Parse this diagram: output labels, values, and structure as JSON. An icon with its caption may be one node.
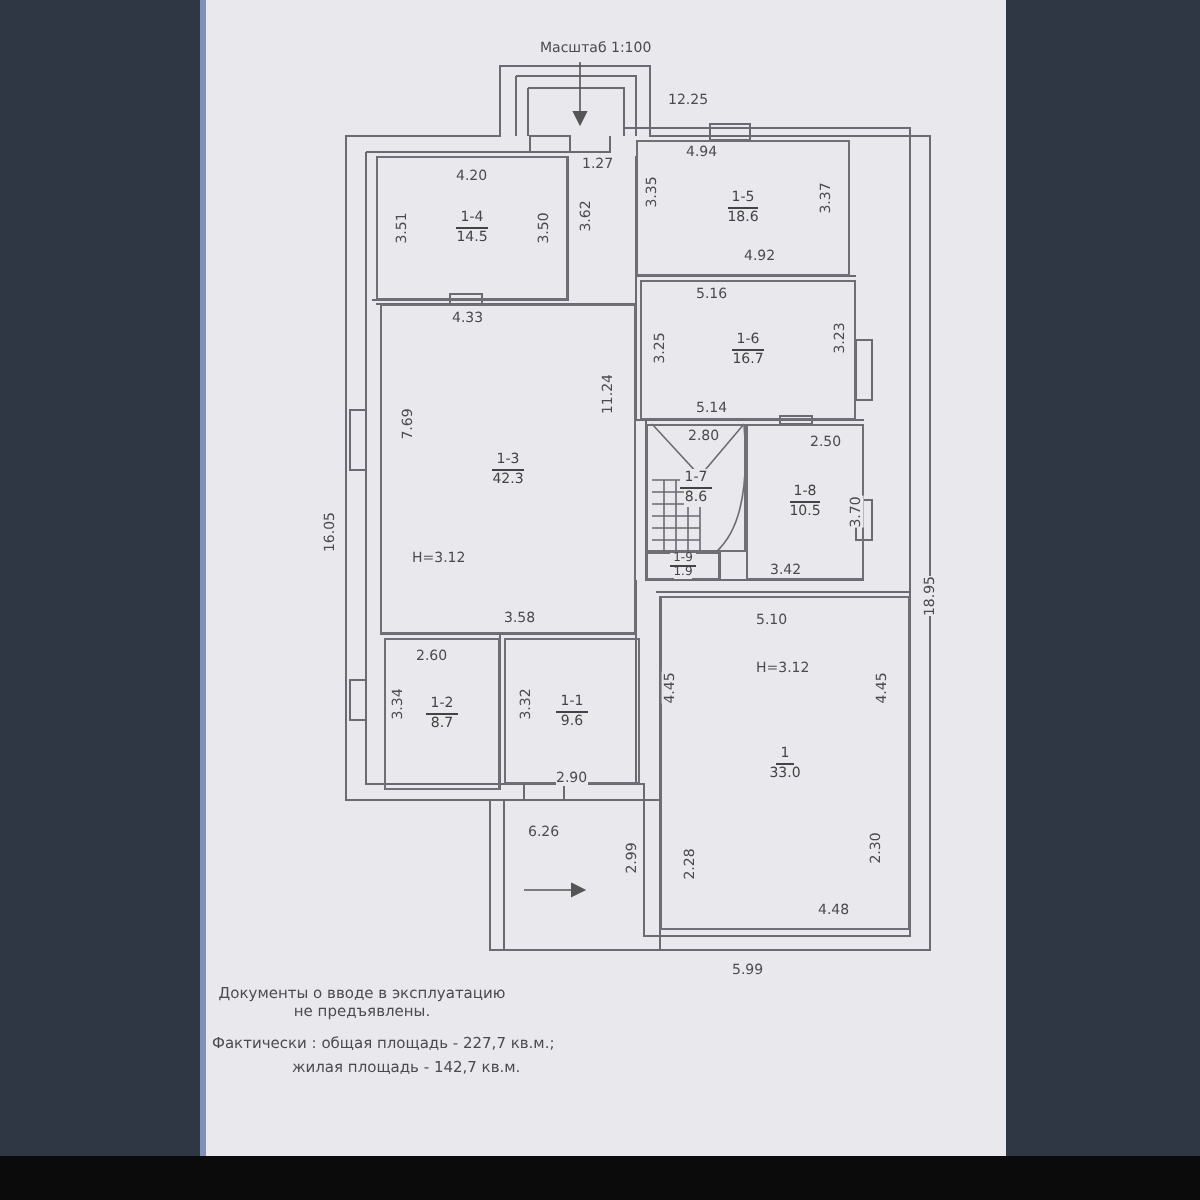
{
  "diagram": {
    "nodes": [
      {
        "text": [
          "1-4",
          "14.5"
        ]
      },
      {
        "text": [
          "1-5",
          "18.6"
        ]
      },
      {
        "text": [
          "1-6",
          "16.7"
        ]
      },
      {
        "text": [
          "1-3",
          "42.3"
        ]
      },
      {
        "text": [
          "1-7",
          "8.6"
        ]
      },
      {
        "text": [
          "1-8",
          "10.5"
        ]
      },
      {
        "text": [
          "1-9",
          "1.9"
        ]
      },
      {
        "text": [
          "1-2",
          "8.7"
        ]
      },
      {
        "text": [
          "1-1",
          "9.6"
        ]
      },
      {
        "text": [
          "1",
          "33.0"
        ]
      }
    ],
    "edges": [],
    "labels": [
      "Масштаб 1:100",
      "12.25",
      "4.20",
      "1.27",
      "4.94",
      "3.51",
      "3.50",
      "3.62",
      "3.35",
      "3.37",
      "4.92",
      "4.33",
      "5.16",
      "3.25",
      "3.23",
      "5.14",
      "11.24",
      "7.69",
      "2.80",
      "2.50",
      "16.05",
      "3.70",
      "18.95",
      "H=3.12",
      "3.42",
      "3.58",
      "5.10",
      "2.60",
      "H=3.12",
      "3.34",
      "3.32",
      "4.45",
      "4.45",
      "2.90",
      "6.26",
      "2.99",
      "2.28",
      "2.30",
      "4.48",
      "5.99",
      "Документы о вводе в эксплуатацию не предъявлены.",
      "Фактически : общая площадь -  227,7 кв.м.;",
      "жилая площадь -  142,7 кв.м."
    ]
  }
}
